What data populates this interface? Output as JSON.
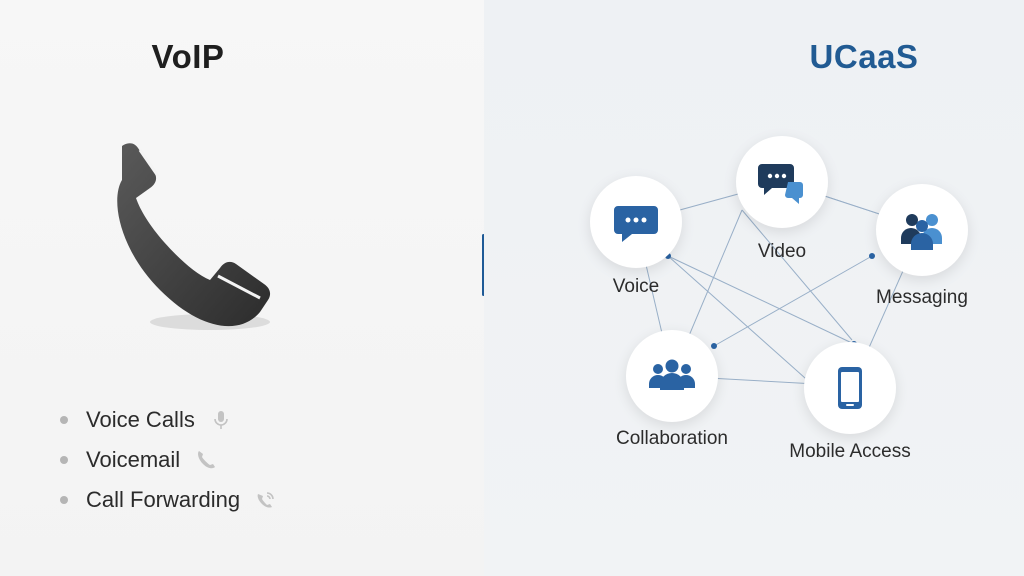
{
  "left": {
    "title": "VoIP",
    "features": [
      {
        "label": "Voice Calls",
        "icon": "microphone-icon"
      },
      {
        "label": "Voicemail",
        "icon": "phone-icon"
      },
      {
        "label": "Call Forwarding",
        "icon": "phone-forward-icon"
      }
    ]
  },
  "right": {
    "title": "UCaaS",
    "nodes": [
      {
        "label": "Voice",
        "icon": "chat-bubble-icon"
      },
      {
        "label": "Video",
        "icon": "chat-bubbles-icon"
      },
      {
        "label": "Messaging",
        "icon": "people-group-icon"
      },
      {
        "label": "Collaboration",
        "icon": "team-icon"
      },
      {
        "label": "Mobile Access",
        "icon": "smartphone-icon"
      }
    ]
  },
  "colors": {
    "accent": "#1e5a96",
    "icon_blue": "#2a63a3",
    "handset": "#3f3f3f"
  }
}
